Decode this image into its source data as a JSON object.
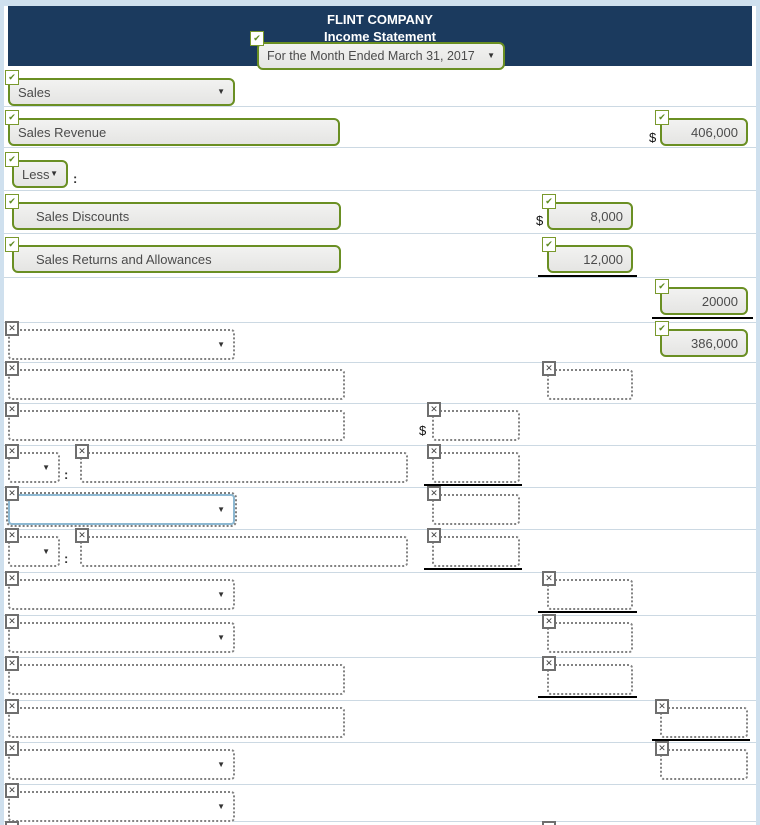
{
  "header": {
    "company": "FLINT COMPANY",
    "title": "Income Statement",
    "period": "For the Month Ended March 31, 2017"
  },
  "entries": {
    "row1_category": "Sales",
    "row2_account": "Sales Revenue",
    "row2_amount": "406,000",
    "row3_qualifier": "Less",
    "row4_account": "Sales Discounts",
    "row4_amount": "8,000",
    "row5_account": "Sales Returns and Allowances",
    "row5_amount": "12,000",
    "row6_amount": "20000",
    "row7_amount": "386,000"
  },
  "symbols": {
    "dollar": "$",
    "colon": ":",
    "check": "✔",
    "cross": "✕",
    "dropdown_arrow": "▼"
  },
  "colors": {
    "correct_green": "#6a8f23",
    "header_navy": "#1b3a5e",
    "focus_blue": "#8cb8d2",
    "frame_blue": "#cfe0ee"
  }
}
